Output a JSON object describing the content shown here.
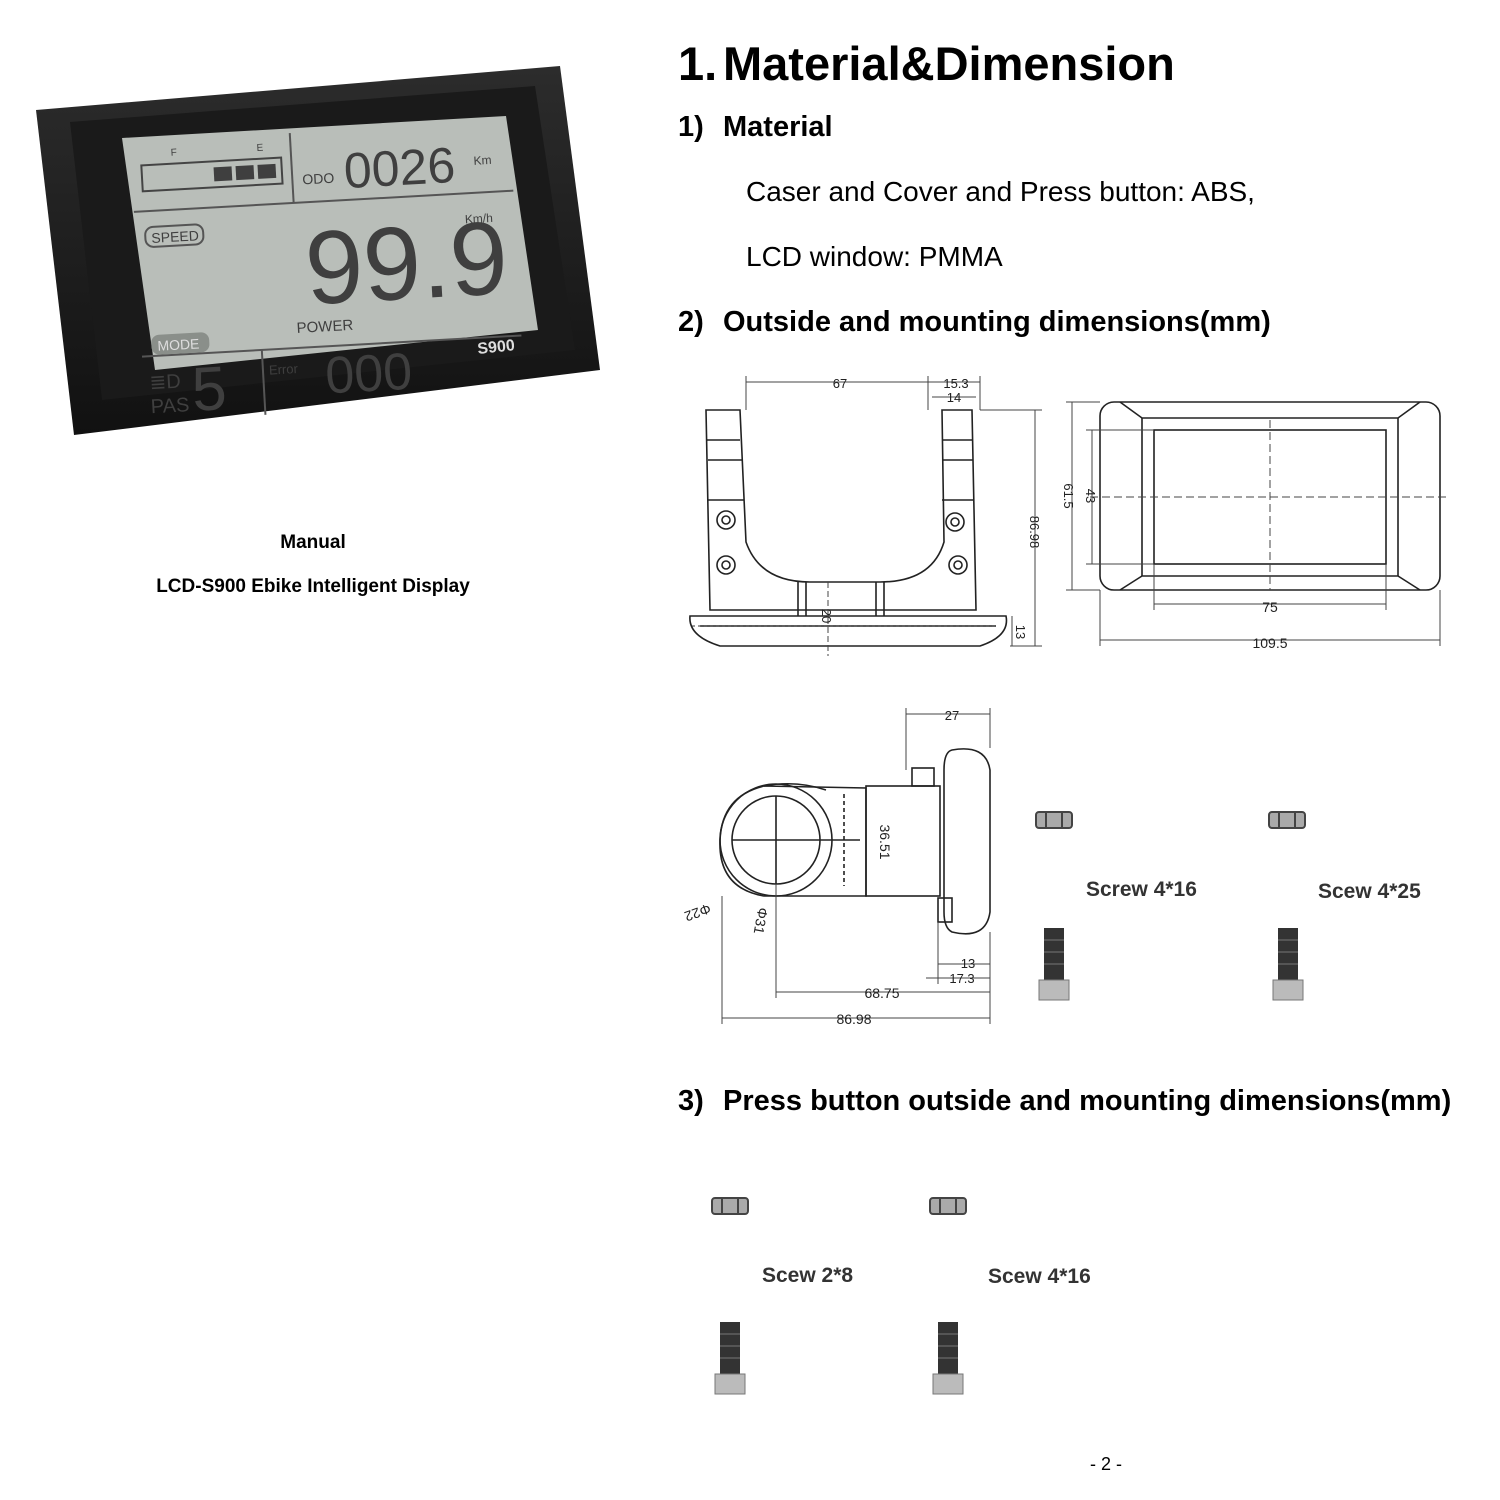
{
  "product": {
    "model_label": "S900",
    "lcd": {
      "odo_label": "ODO",
      "odo_value": "0026",
      "odo_unit": "Km",
      "speed_label": "SPEED",
      "speed_value": "99.9",
      "speed_unit": "Km/h",
      "power_label": "POWER",
      "mode_label": "MODE",
      "pas_label": "PAS",
      "pas_value": "5",
      "error_label": "Error",
      "error_value": "000",
      "battery_f": "F",
      "battery_e": "E"
    }
  },
  "cover": {
    "line1": "Manual",
    "line2": "LCD-S900 Ebike Intelligent Display"
  },
  "section": {
    "number": "1.",
    "title": "Material&Dimension"
  },
  "subsections": [
    {
      "number": "1)",
      "title": "Material"
    },
    {
      "number": "2)",
      "title": "Outside and mounting dimensions(mm)"
    },
    {
      "number": "3)",
      "title": "Press button outside and mounting dimensions(mm)"
    }
  ],
  "material_lines": [
    "Caser and Cover and Press button: ABS,",
    "LCD window: PMMA"
  ],
  "dimensions": {
    "bracket": {
      "width": "67",
      "offset_a": "15.3",
      "offset_b": "14",
      "height": "86.98",
      "gap": "20",
      "lip": "13"
    },
    "front": {
      "inner_h": "43",
      "outer_h": "61.5",
      "inner_w": "75",
      "outer_w": "109.5"
    },
    "side": {
      "top": "27",
      "body": "36.51",
      "clamp_a": "Φ22",
      "clamp_b": "Φ31",
      "step_a": "13",
      "step_b": "17.3",
      "depth_a": "68.75",
      "depth_b": "86.98"
    }
  },
  "screws_display": [
    {
      "label": "Screw 4*16"
    },
    {
      "label": "Scew 4*25"
    }
  ],
  "screws_button": [
    {
      "label": "Scew 2*8"
    },
    {
      "label": "Scew 4*16"
    }
  ],
  "page_number": "- 2 -"
}
